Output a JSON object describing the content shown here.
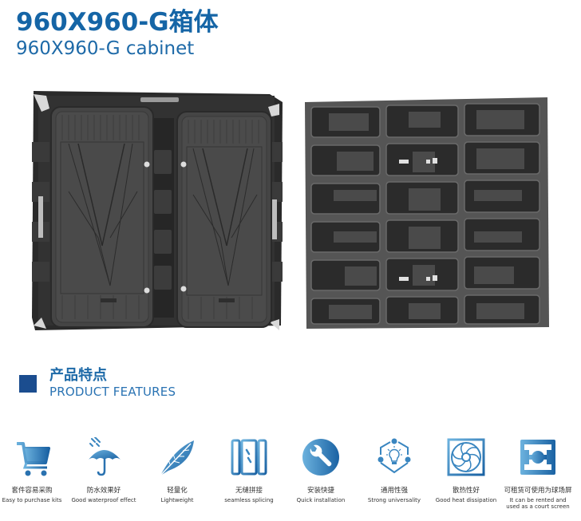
{
  "header": {
    "title_zh": "960X960-G箱体",
    "title_en": "960X960-G cabinet"
  },
  "images": {
    "front": "cabinet-front-view",
    "back": "cabinet-back-view"
  },
  "features_section": {
    "title_zh": "产品特点",
    "title_en": "PRODUCT FEATURES",
    "accent_dark": "#1b4d8f",
    "accent_light": "#8cc9d4"
  },
  "features": [
    {
      "icon": "shopping-cart-icon",
      "zh": "套件容易采购",
      "en": "Easy to purchase kits"
    },
    {
      "icon": "umbrella-rain-icon",
      "zh": "防水效果好",
      "en": "Good waterproof effect"
    },
    {
      "icon": "feather-icon",
      "zh": "轻量化",
      "en": "Lightweight"
    },
    {
      "icon": "splicing-panels-icon",
      "zh": "无缝拼接",
      "en": "seamless splicing"
    },
    {
      "icon": "wrench-icon",
      "zh": "安装快捷",
      "en": "Quick installation"
    },
    {
      "icon": "lightbulb-network-icon",
      "zh": "通用性强",
      "en": "Strong universality"
    },
    {
      "icon": "fan-icon",
      "zh": "散热性好",
      "en": "Good heat dissipation"
    },
    {
      "icon": "court-icon",
      "zh": "可租赁可使用为球场屏",
      "en": "It can be rented and used as a court screen",
      "en_line1": "It can be rented and",
      "en_line2": "used as a court screen"
    }
  ],
  "colors": {
    "title": "#1565a6",
    "icon_gradient_start": "#5aa6d6",
    "icon_gradient_end": "#1a66a6"
  }
}
